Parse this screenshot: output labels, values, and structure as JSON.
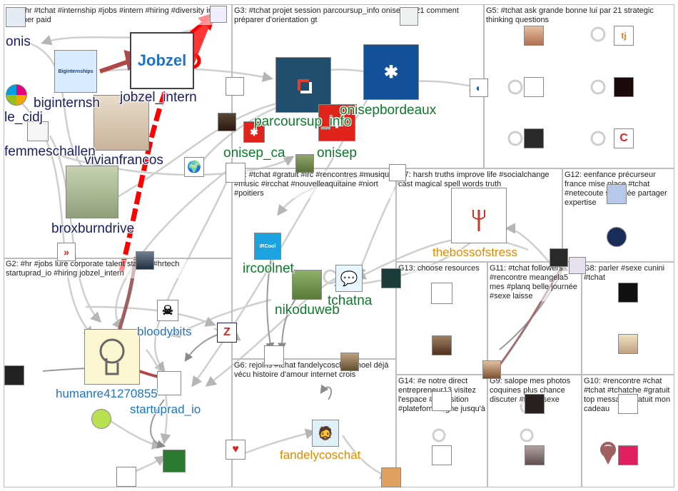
{
  "groups": [
    {
      "id": "G1",
      "label": "G1: #hr #tchat #internship #jobs #intern #hiring #diversity intern summer paid"
    },
    {
      "id": "G2",
      "label": "G2: #hr #jobs lure corporate talent startup #hrtech startuprad_io #hiring jobzel_intern"
    },
    {
      "id": "G3",
      "label": "G3: #tchat projet session parcoursup_info onisep 2021 comment préparer d'orientation gt"
    },
    {
      "id": "G4",
      "label": "G4: #tchat #gratuit #irc #rencontres #musique #music #ircchat #nouvelleaquitaine #niort #poitiers"
    },
    {
      "id": "G5",
      "label": "G5: #tchat ask grande bonne lui par 21 strategic thinking questions"
    },
    {
      "id": "G6",
      "label": "G6: rejoins #tchat fandelycoschat #noel déjà vécu histoire d'amour internet crois"
    },
    {
      "id": "G7",
      "label": "G7: harsh truths improve life #socialchange cast magical spell words truth"
    },
    {
      "id": "G8",
      "label": "G8: parler #sexe cunini #tchat"
    },
    {
      "id": "G9",
      "label": "G9: salope mes photos coquines plus chance discuter #tchat sexe"
    },
    {
      "id": "G10",
      "label": "G10: #rencontre #chat #tchat #tchatche #gratuit top message gratuit mon cadeau"
    },
    {
      "id": "G11",
      "label": "G11: #tchat followers #rencontre meangela5 mes #planq belle journée #sexe laisse"
    },
    {
      "id": "G12",
      "label": "G12: eenfance précurseur france mise place #tchat #netecoute sollicitée partager expertise"
    },
    {
      "id": "G13",
      "label": "G13: choose resources"
    },
    {
      "id": "G14",
      "label": "G14: #e notre direct entrepreneur13 visitez l'espace #exposition #plateforme ligne jusqu'à"
    }
  ],
  "nodes": [
    {
      "id": "onis",
      "label": "onis"
    },
    {
      "id": "biginternships",
      "label": "biginternsh"
    },
    {
      "id": "jobzel_intern",
      "label": "jobzel_intern",
      "logo": "Jobzel"
    },
    {
      "id": "le_cidj",
      "label": "le_cidj"
    },
    {
      "id": "femmeschallenge",
      "label": "femmeschallen"
    },
    {
      "id": "vivianfrancos",
      "label": "vivianfrancos"
    },
    {
      "id": "broxburndrive",
      "label": "broxburndrive"
    },
    {
      "id": "parcoursup_info",
      "label": "parcoursup_info"
    },
    {
      "id": "onisepbordeaux",
      "label": "onisepbordeaux"
    },
    {
      "id": "onisep_ca",
      "label": "onisep_ca"
    },
    {
      "id": "onisep",
      "label": "onisep"
    },
    {
      "id": "ircoolnet",
      "label": "ircoolnet"
    },
    {
      "id": "nikoduweb",
      "label": "nikoduweb"
    },
    {
      "id": "tchatna",
      "label": "tchatna"
    },
    {
      "id": "thebossofstress",
      "label": "thebossofstress"
    },
    {
      "id": "bloodybits",
      "label": "bloodybits"
    },
    {
      "id": "humanre41270855",
      "label": "humanre41270855"
    },
    {
      "id": "startuprad_io",
      "label": "startuprad_io"
    },
    {
      "id": "fandelycoschat",
      "label": "fandelycoschat"
    }
  ],
  "icons": {
    "bigintern_logo_text": "Biginternships",
    "z_logo": "Z",
    "ircool_logo": "IRCool"
  },
  "colors": {
    "edge_gray": "#c8c8c8",
    "edge_dark": "#9a9a9a",
    "edge_red": "#ff0000",
    "edge_brown": "#b04848",
    "label_navy": "#1a2060",
    "label_green": "#0c7a2a",
    "label_blue": "#1e73c8",
    "label_orange": "#e08a00"
  }
}
